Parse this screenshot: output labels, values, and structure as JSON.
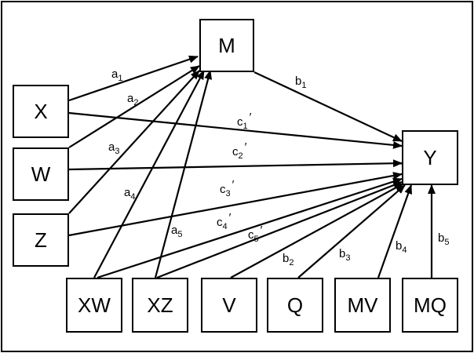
{
  "nodes": {
    "M": "M",
    "X": "X",
    "W": "W",
    "Z": "Z",
    "Y": "Y",
    "XW": "XW",
    "XZ": "XZ",
    "V": "V",
    "Q": "Q",
    "MV": "MV",
    "MQ": "MQ"
  },
  "edges": [
    {
      "id": "a1",
      "from": "X",
      "to": "M",
      "label": "a",
      "sub": "1",
      "prime": ""
    },
    {
      "id": "a2",
      "from": "W",
      "to": "M",
      "label": "a",
      "sub": "2",
      "prime": ""
    },
    {
      "id": "a3",
      "from": "Z",
      "to": "M",
      "label": "a",
      "sub": "3",
      "prime": ""
    },
    {
      "id": "a4",
      "from": "XW",
      "to": "M",
      "label": "a",
      "sub": "4",
      "prime": ""
    },
    {
      "id": "a5",
      "from": "XZ",
      "to": "M",
      "label": "a",
      "sub": "5",
      "prime": ""
    },
    {
      "id": "b1",
      "from": "M",
      "to": "Y",
      "label": "b",
      "sub": "1",
      "prime": ""
    },
    {
      "id": "c1",
      "from": "X",
      "to": "Y",
      "label": "c",
      "sub": "1",
      "prime": "′"
    },
    {
      "id": "c2",
      "from": "W",
      "to": "Y",
      "label": "c",
      "sub": "2",
      "prime": "′"
    },
    {
      "id": "c3",
      "from": "Z",
      "to": "Y",
      "label": "c",
      "sub": "3",
      "prime": "′"
    },
    {
      "id": "c4",
      "from": "XW",
      "to": "Y",
      "label": "c",
      "sub": "4",
      "prime": "′"
    },
    {
      "id": "c5",
      "from": "XZ",
      "to": "Y",
      "label": "c",
      "sub": "5",
      "prime": "′"
    },
    {
      "id": "b2",
      "from": "V",
      "to": "Y",
      "label": "b",
      "sub": "2",
      "prime": ""
    },
    {
      "id": "b3",
      "from": "Q",
      "to": "Y",
      "label": "b",
      "sub": "3",
      "prime": ""
    },
    {
      "id": "b4",
      "from": "MV",
      "to": "Y",
      "label": "b",
      "sub": "4",
      "prime": ""
    },
    {
      "id": "b5",
      "from": "MQ",
      "to": "Y",
      "label": "b",
      "sub": "5",
      "prime": ""
    }
  ]
}
